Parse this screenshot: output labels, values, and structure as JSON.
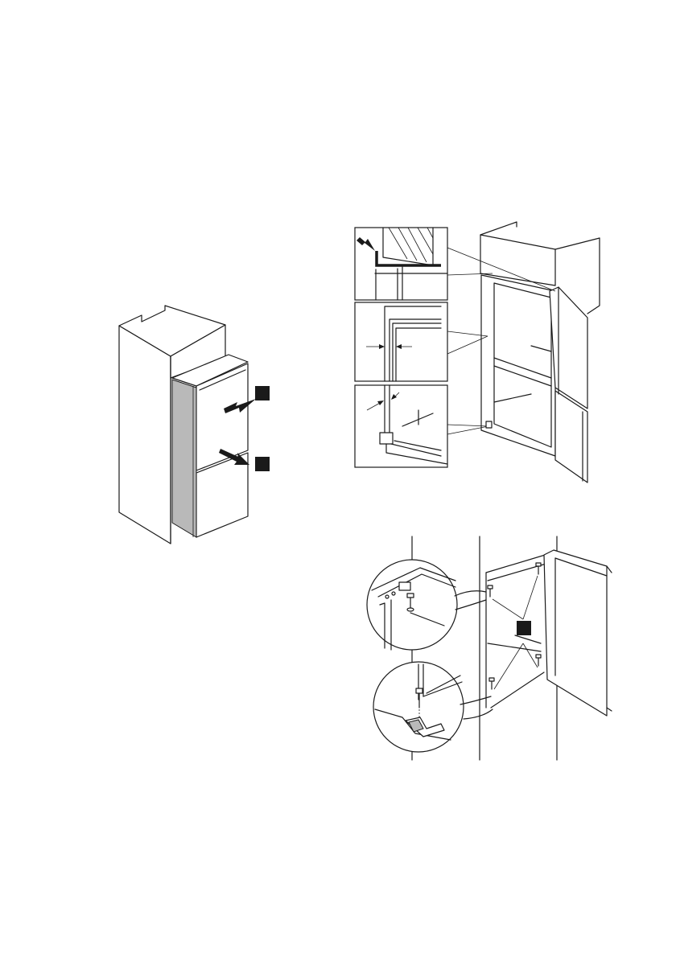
{
  "colors": {
    "line": "#1a1a1a",
    "seal": "#b9b9b9",
    "badge": "#1a1a1a",
    "background": "#ffffff"
  },
  "figures": [
    {
      "id": "fig-cabinet-seal",
      "callout_badges": 2
    },
    {
      "id": "fig-door-gap-detail",
      "detail_panels": 3
    },
    {
      "id": "fig-door-screws",
      "detail_circles": 2,
      "callout_badges": 1
    }
  ]
}
